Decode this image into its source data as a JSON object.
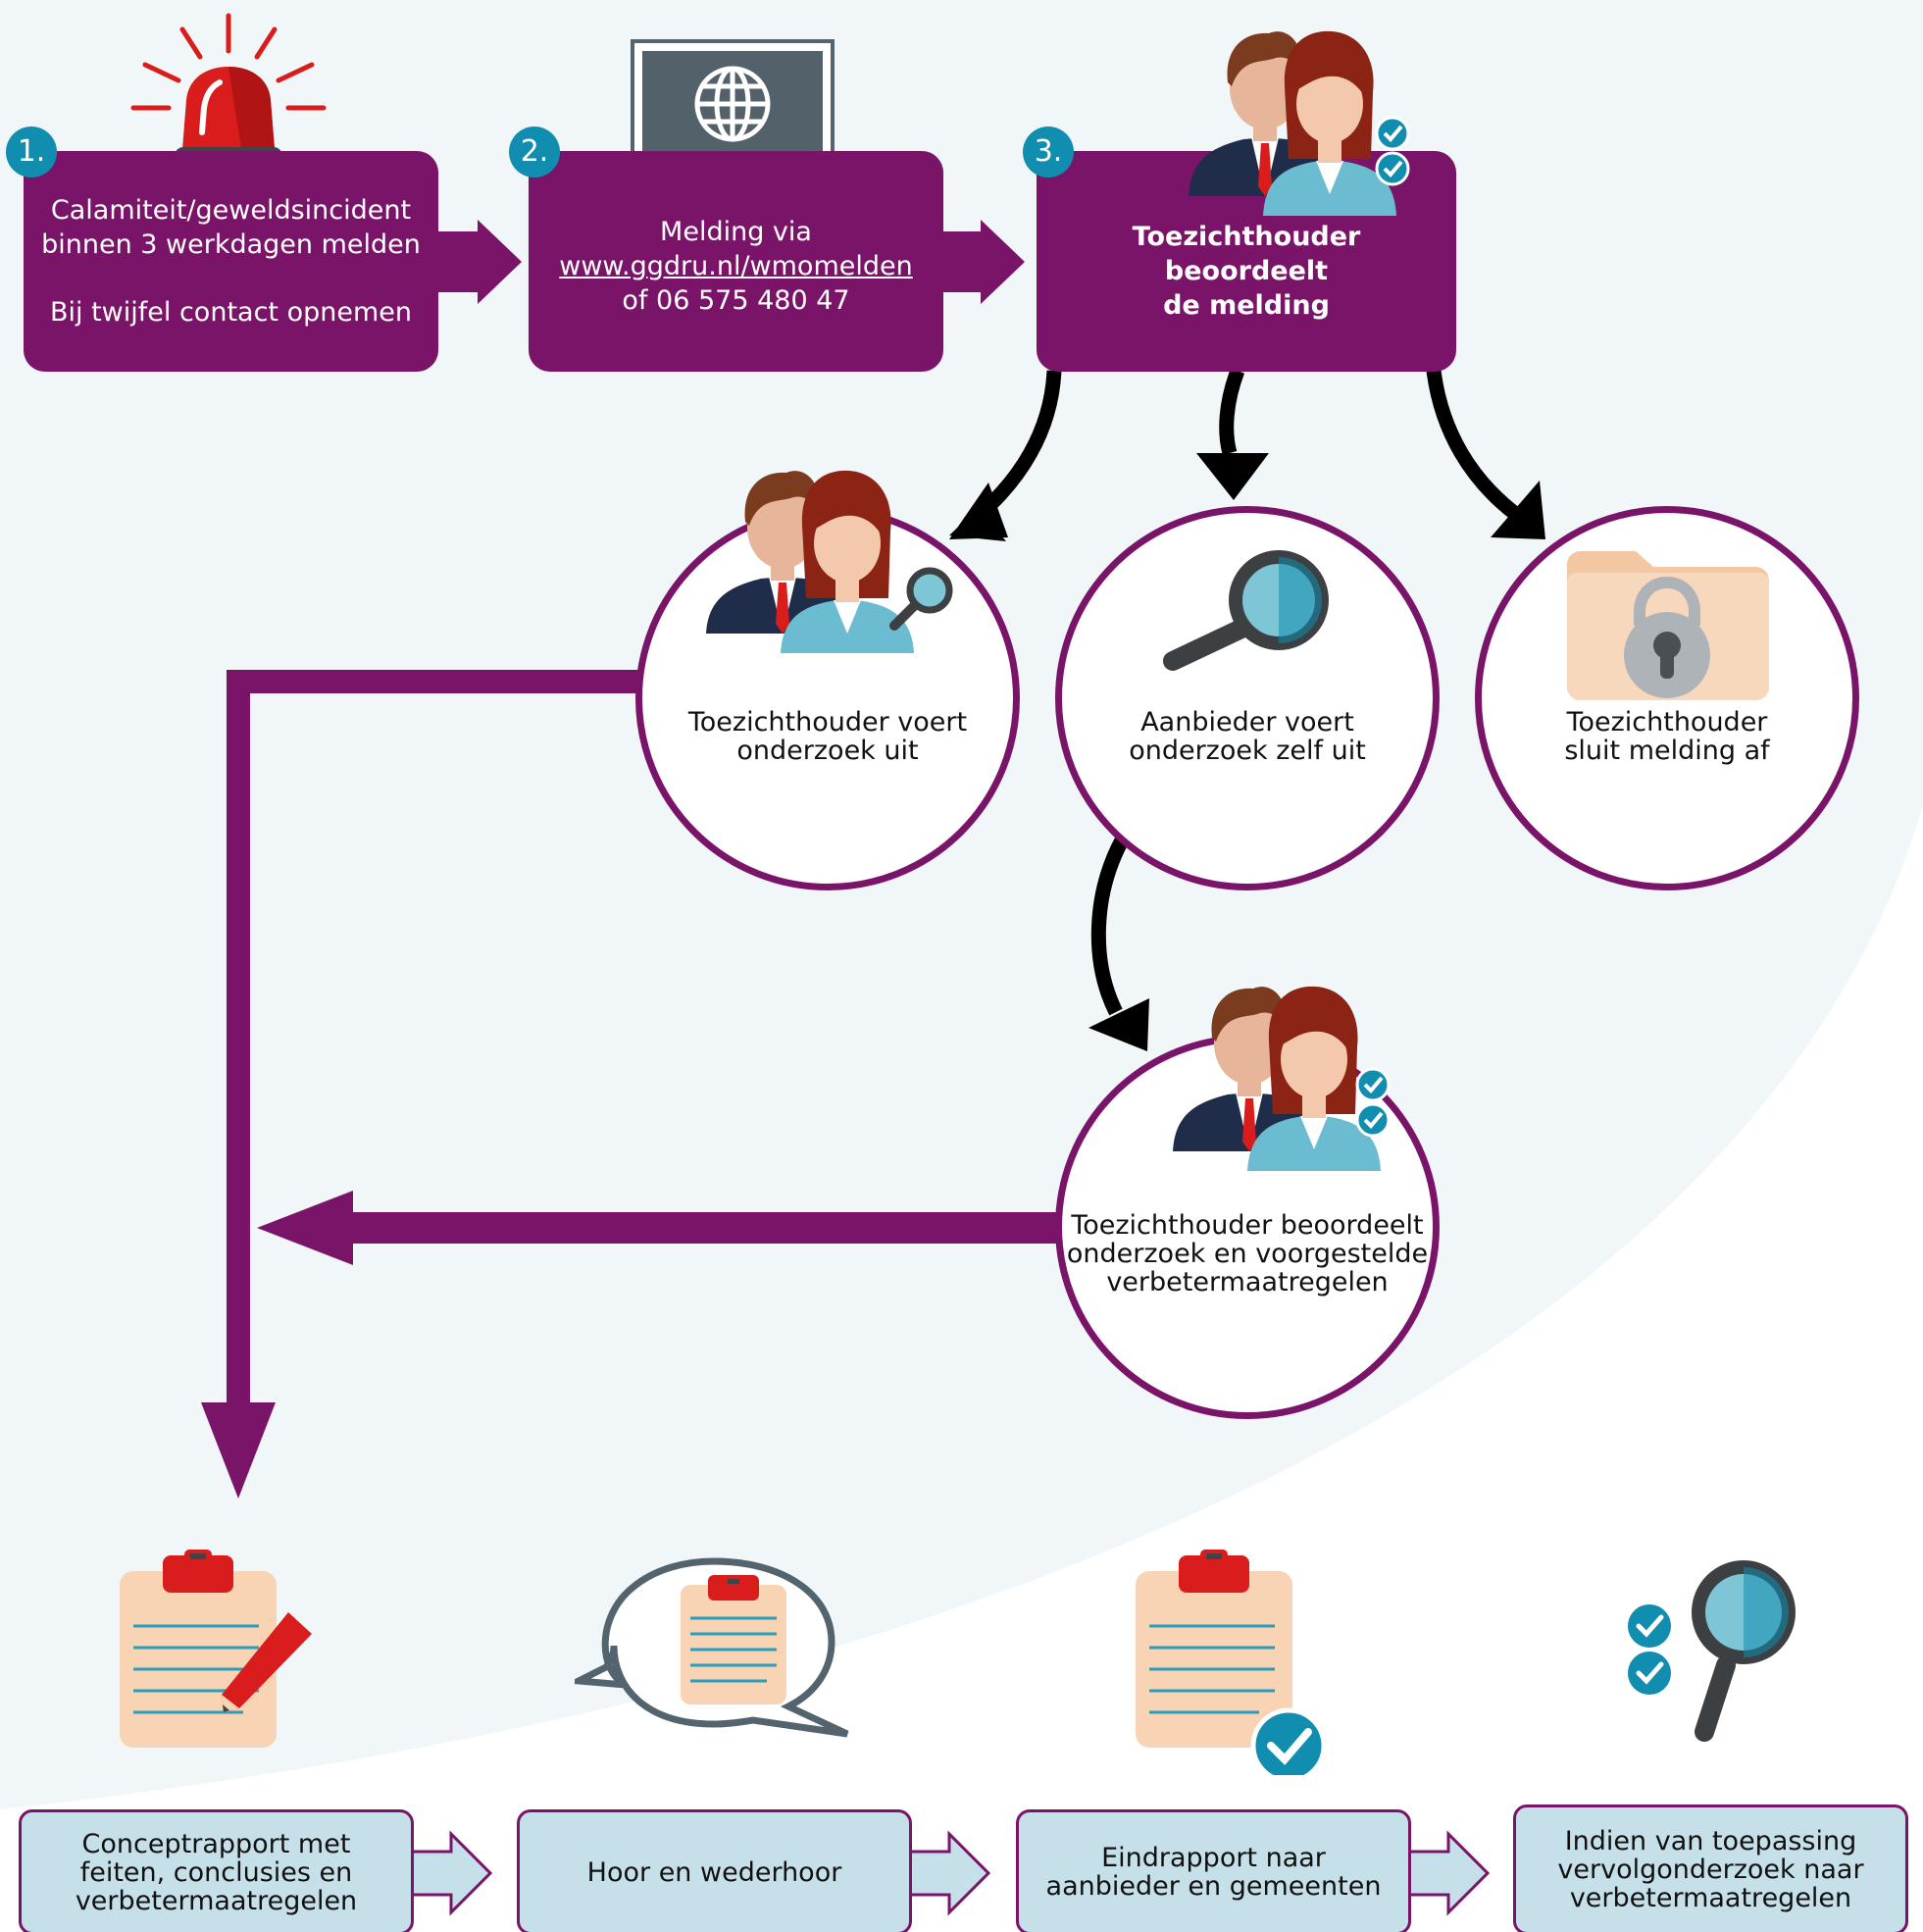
{
  "steps": [
    {
      "number": "1.",
      "line1": "Calamiteit/geweldsincident",
      "line2": "binnen 3 werkdagen melden",
      "line3": "Bij twijfel contact opnemen"
    },
    {
      "number": "2.",
      "line1": "Melding via",
      "link": "www.ggdru.nl/wmomelden",
      "line3": "of 06 575 480 47"
    },
    {
      "number": "3.",
      "line1": "Toezichthouder beoordeelt",
      "line2": "de melding"
    }
  ],
  "outcomes": [
    {
      "line1": "Toezichthouder voert",
      "line2": "onderzoek uit"
    },
    {
      "line1": "Aanbieder voert",
      "line2": "onderzoek zelf uit"
    },
    {
      "line1": "Toezichthouder",
      "line2": "sluit melding af"
    }
  ],
  "review": {
    "line1": "Toezichthouder beoordeelt",
    "line2": "onderzoek en voorgestelde",
    "line3": "verbetermaatregelen"
  },
  "final_steps": [
    {
      "line1": "Conceptrapport met",
      "line2": "feiten, conclusies en",
      "line3": "verbetermaatregelen"
    },
    {
      "line1": "Hoor en wederhoor"
    },
    {
      "line1": "Eindrapport naar",
      "line2": "aanbieder en gemeenten"
    },
    {
      "line1": "Indien van toepassing",
      "line2": "vervolgonderzoek naar",
      "line3": "verbetermaatregelen"
    }
  ],
  "icons": {
    "step1": "siren-icon",
    "step2": "monitor-globe-icon",
    "step3": "inspectors-check-icon",
    "outcome1": "inspectors-magnifier-icon",
    "outcome2": "magnifier-icon",
    "outcome3": "locked-folder-icon",
    "review": "inspectors-check-icon",
    "final1": "clipboard-pencil-icon",
    "final2": "clipboard-speech-icon",
    "final3": "clipboard-check-icon",
    "final4": "magnifier-checks-icon"
  },
  "colors": {
    "purple": "#7a1468",
    "teal": "#118db0",
    "light_blue": "#c6e0ea",
    "background": "#f1f6f9",
    "red": "#d91c1c"
  }
}
